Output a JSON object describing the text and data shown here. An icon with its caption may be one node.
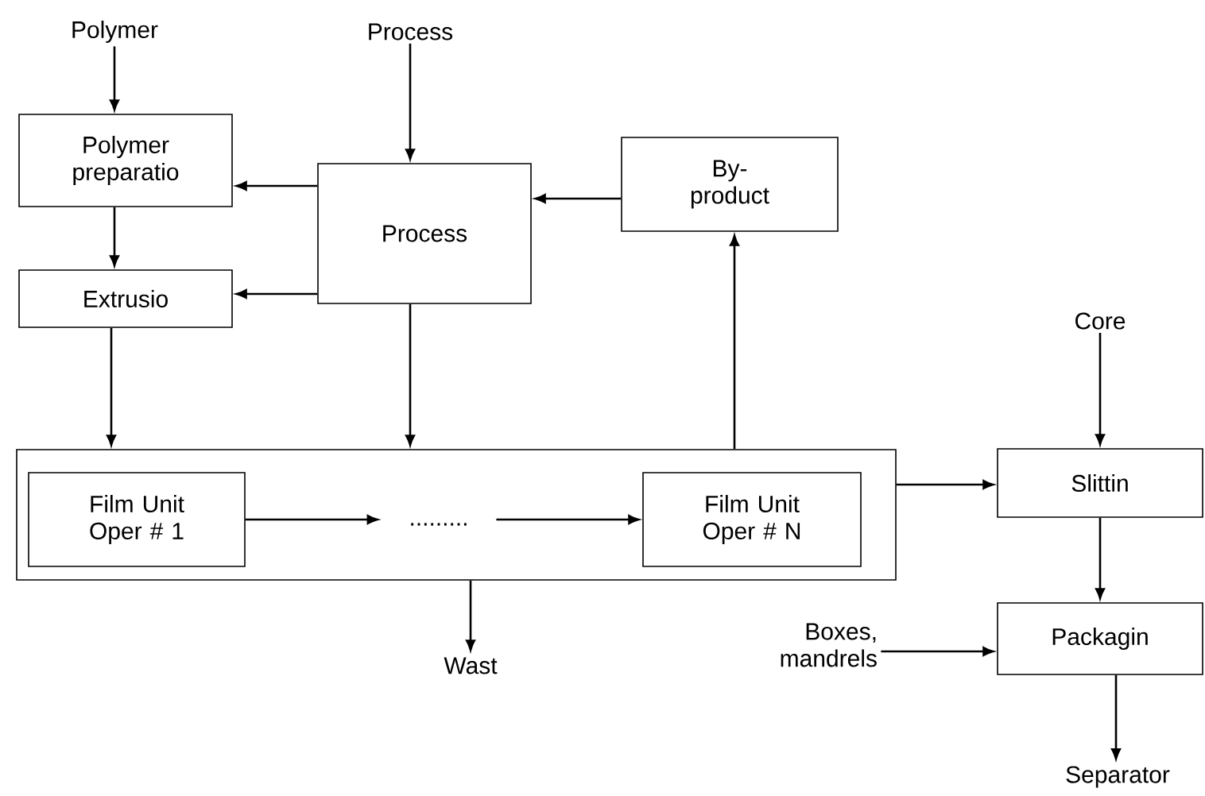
{
  "diagram": {
    "nodes": [
      {
        "text": [
          "Polymer"
        ]
      },
      {
        "text": [
          "Process"
        ]
      },
      {
        "text": [
          "Polymer preparatio"
        ]
      },
      {
        "text": [
          "Process"
        ]
      },
      {
        "text": [
          "By-product"
        ]
      },
      {
        "text": [
          "Extrusio"
        ]
      },
      {
        "text": [],
        "shape": "box"
      },
      {
        "text": [
          "Film Unit Oper # 1"
        ],
        "in": 6
      },
      {
        "text": [
          "........."
        ],
        "in": 6
      },
      {
        "text": [
          "Film Unit Oper # N"
        ],
        "in": 6
      },
      {
        "text": [
          "Core"
        ]
      },
      {
        "text": [
          "Slittin"
        ]
      },
      {
        "text": [
          "Wast"
        ]
      },
      {
        "text": [
          "Boxes, mandrels"
        ]
      },
      {
        "text": [
          "Packagin"
        ]
      },
      {
        "text": [
          "Separator"
        ]
      }
    ],
    "edges": [
      {
        "from": 0,
        "to": 2,
        "arrow": "to"
      },
      {
        "from": 1,
        "to": 3,
        "arrow": "to"
      },
      {
        "from": 3,
        "to": 2,
        "arrow": "to"
      },
      {
        "from": 3,
        "to": 5,
        "arrow": "to"
      },
      {
        "from": 4,
        "to": 3,
        "arrow": "to"
      },
      {
        "from": 2,
        "to": 5,
        "arrow": "to"
      },
      {
        "from": 5,
        "to": 6,
        "arrow": "to"
      },
      {
        "from": 3,
        "to": 6,
        "arrow": "to"
      },
      {
        "from": 6,
        "to": 4,
        "arrow": "to"
      },
      {
        "from": 7,
        "to": 8,
        "arrow": "to"
      },
      {
        "from": 8,
        "to": 9,
        "arrow": "to"
      },
      {
        "from": 6,
        "to": 11,
        "arrow": "to"
      },
      {
        "from": 10,
        "to": 11,
        "arrow": "to"
      },
      {
        "from": 11,
        "to": 14,
        "arrow": "to"
      },
      {
        "from": 13,
        "to": 14,
        "arrow": "to"
      },
      {
        "from": 6,
        "to": 12,
        "arrow": "to"
      },
      {
        "from": 14,
        "to": 15,
        "arrow": "to"
      }
    ]
  }
}
